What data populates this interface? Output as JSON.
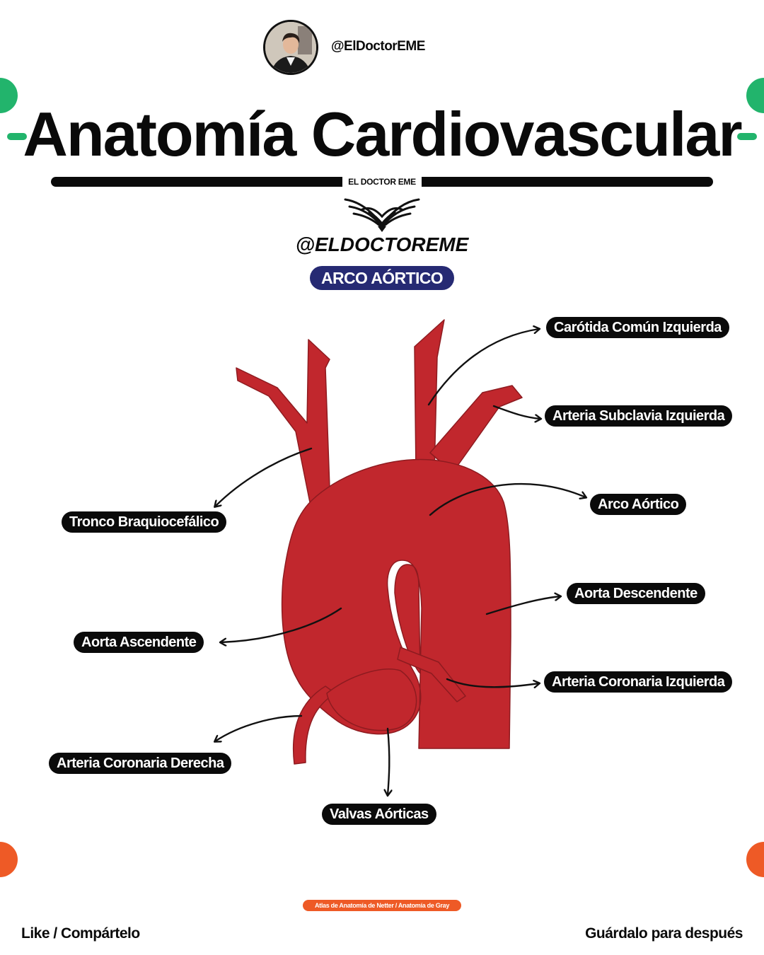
{
  "header": {
    "handle": "@ElDoctorEME",
    "title": "Anatomía Cardiovascular",
    "brand_line": "EL DOCTOR EME",
    "logo_text": "@ELDOCTOREME"
  },
  "section": {
    "label": "ARCO AÓRTICO"
  },
  "labels": {
    "carotid": "Carótida Común Izquierda",
    "subclavian": "Arteria Subclavia Izquierda",
    "arch": "Arco Aórtico",
    "brachiocephalic": "Tronco Braquiocefálico",
    "descending": "Aorta Descendente",
    "ascending": "Aorta Ascendente",
    "left_coronary": "Arteria Coronaria Izquierda",
    "right_coronary": "Arteria Coronaria Derecha",
    "valves": "Valvas Aórticas"
  },
  "footer": {
    "source": "Atlas de Anatomía de Netter / Anatomía de Gray",
    "left": "Like / Compártelo",
    "right": "Guárdalo para después"
  },
  "colors": {
    "aorta": "#c1272d",
    "aorta_outline": "#8e1b20",
    "accent_green": "#22b46c",
    "accent_orange": "#ee5a26",
    "pill_navy": "#262a73",
    "label_bg": "#0a0a0a"
  }
}
